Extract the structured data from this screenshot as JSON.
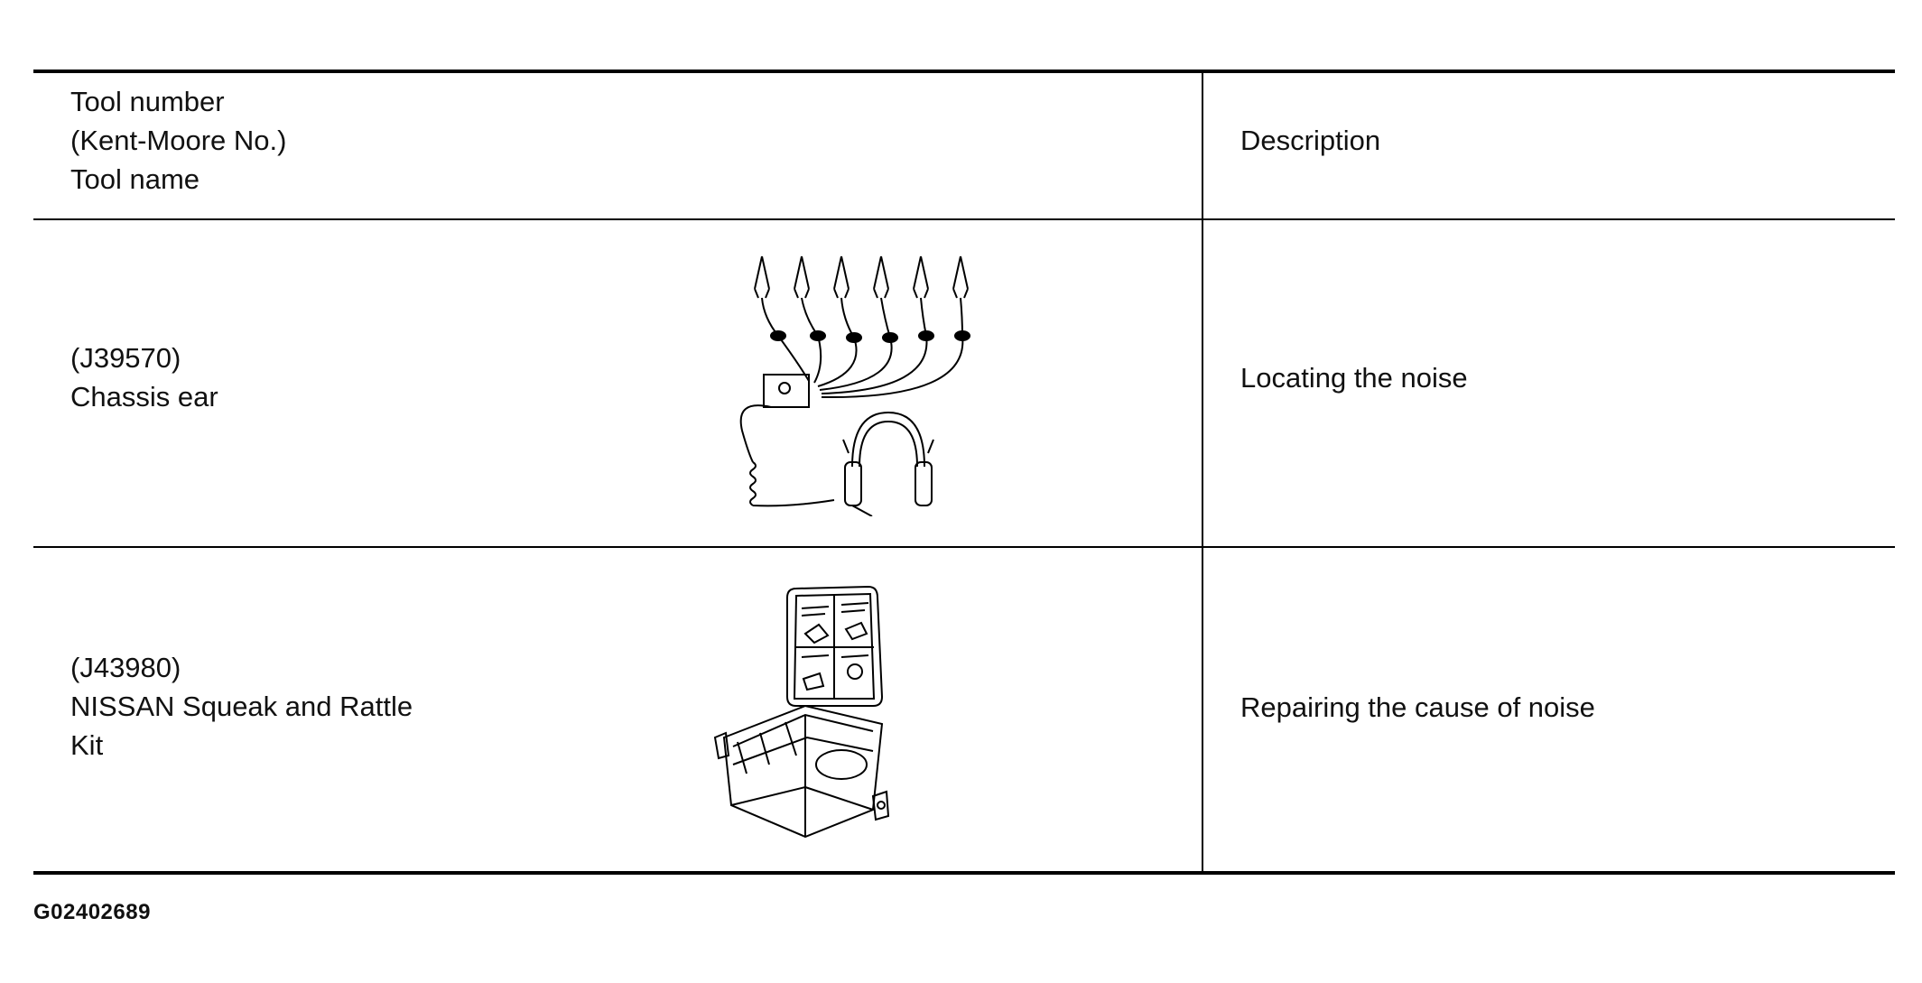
{
  "table": {
    "header": {
      "tool_col_lines": [
        "Tool number",
        "(Kent-Moore No.)",
        "Tool name"
      ],
      "description_col": "Description"
    },
    "rows": [
      {
        "tool_number": "(J39570)",
        "tool_name_lines": [
          "Chassis ear"
        ],
        "description": "Locating the noise",
        "illustration": "chassis-ear-icon"
      },
      {
        "tool_number": "(J43980)",
        "tool_name_lines": [
          "NISSAN Squeak and Rattle",
          "Kit"
        ],
        "description": "Repairing the cause of noise",
        "illustration": "squeak-rattle-kit-icon"
      }
    ]
  },
  "footer": {
    "figure_code": "G02402689"
  },
  "colors": {
    "rule": "#000000",
    "text": "#111111",
    "background": "#ffffff"
  }
}
